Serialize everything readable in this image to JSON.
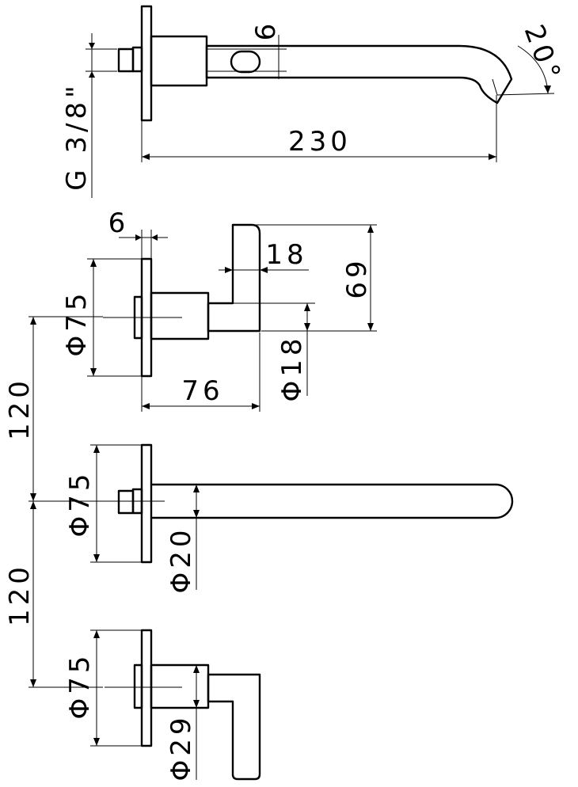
{
  "dimensions": {
    "thread": "G 3/8\"",
    "spout_gap": "6",
    "spout_angle": "20°",
    "spout_length": "230",
    "plate_thickness": "6",
    "lever_width": "18",
    "lever_length": "69",
    "flange_diameter_top": "Φ75",
    "body_diameter": "Φ18",
    "projection": "76",
    "spacing_upper": "120",
    "flange_diameter_middle": "Φ75",
    "spout_diameter": "Φ20",
    "spacing_lower": "120",
    "flange_diameter_bottom": "Φ75",
    "handle_diameter": "Φ29"
  }
}
